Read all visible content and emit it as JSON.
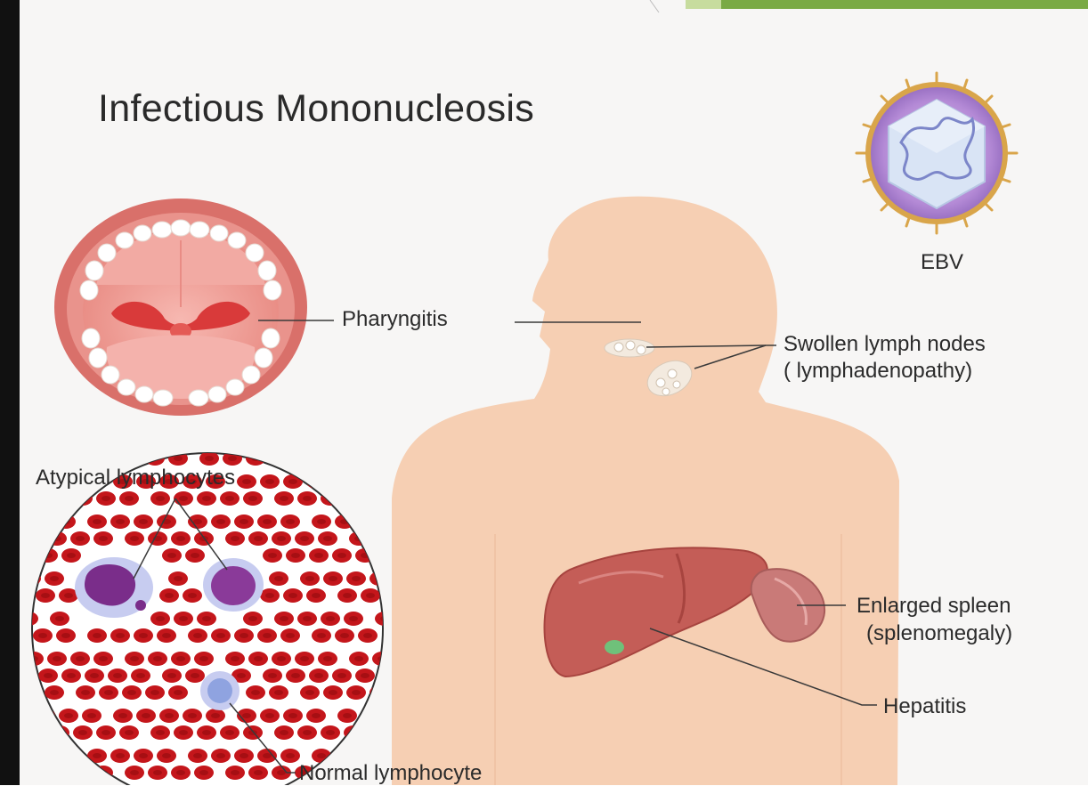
{
  "slide": {
    "title": "Infectious Mononucleosis",
    "colors": {
      "background": "#f7f6f5",
      "frame_left": "#111111",
      "accent_bar": "#7aaa45",
      "skin": "#f6cfb3",
      "liver": "#c45d57",
      "spleen": "#c97a78",
      "gallbladder": "#6fc17a",
      "red_cell": "#c4161b",
      "atypical_lymphocyte": "#7a2d8a",
      "normal_lymphocyte": "#8fa3e0",
      "virus_capsule": "#c9a7e0",
      "virus_ring": "#d9a54a",
      "mouth_lips": "#d9706a",
      "throat_red": "#d93a3a"
    }
  },
  "labels": {
    "ebv": "EBV",
    "pharyngitis": "Pharyngitis",
    "swollen_line1": "Swollen lymph nodes",
    "swollen_line2": "( lymphadenopathy)",
    "atypical": "Atypical lymphocytes",
    "spleen_line1": "Enlarged spleen",
    "spleen_line2": "(splenomegaly)",
    "hepatitis": "Hepatitis",
    "normal": "Normal lymphocyte"
  },
  "icons": {
    "virus": "ebv-virus-icon",
    "mouth": "open-mouth-icon",
    "body": "human-silhouette-icon",
    "blood": "blood-smear-icon",
    "liver": "liver-icon",
    "spleen": "spleen-icon",
    "lymph": "lymph-node-icon"
  }
}
